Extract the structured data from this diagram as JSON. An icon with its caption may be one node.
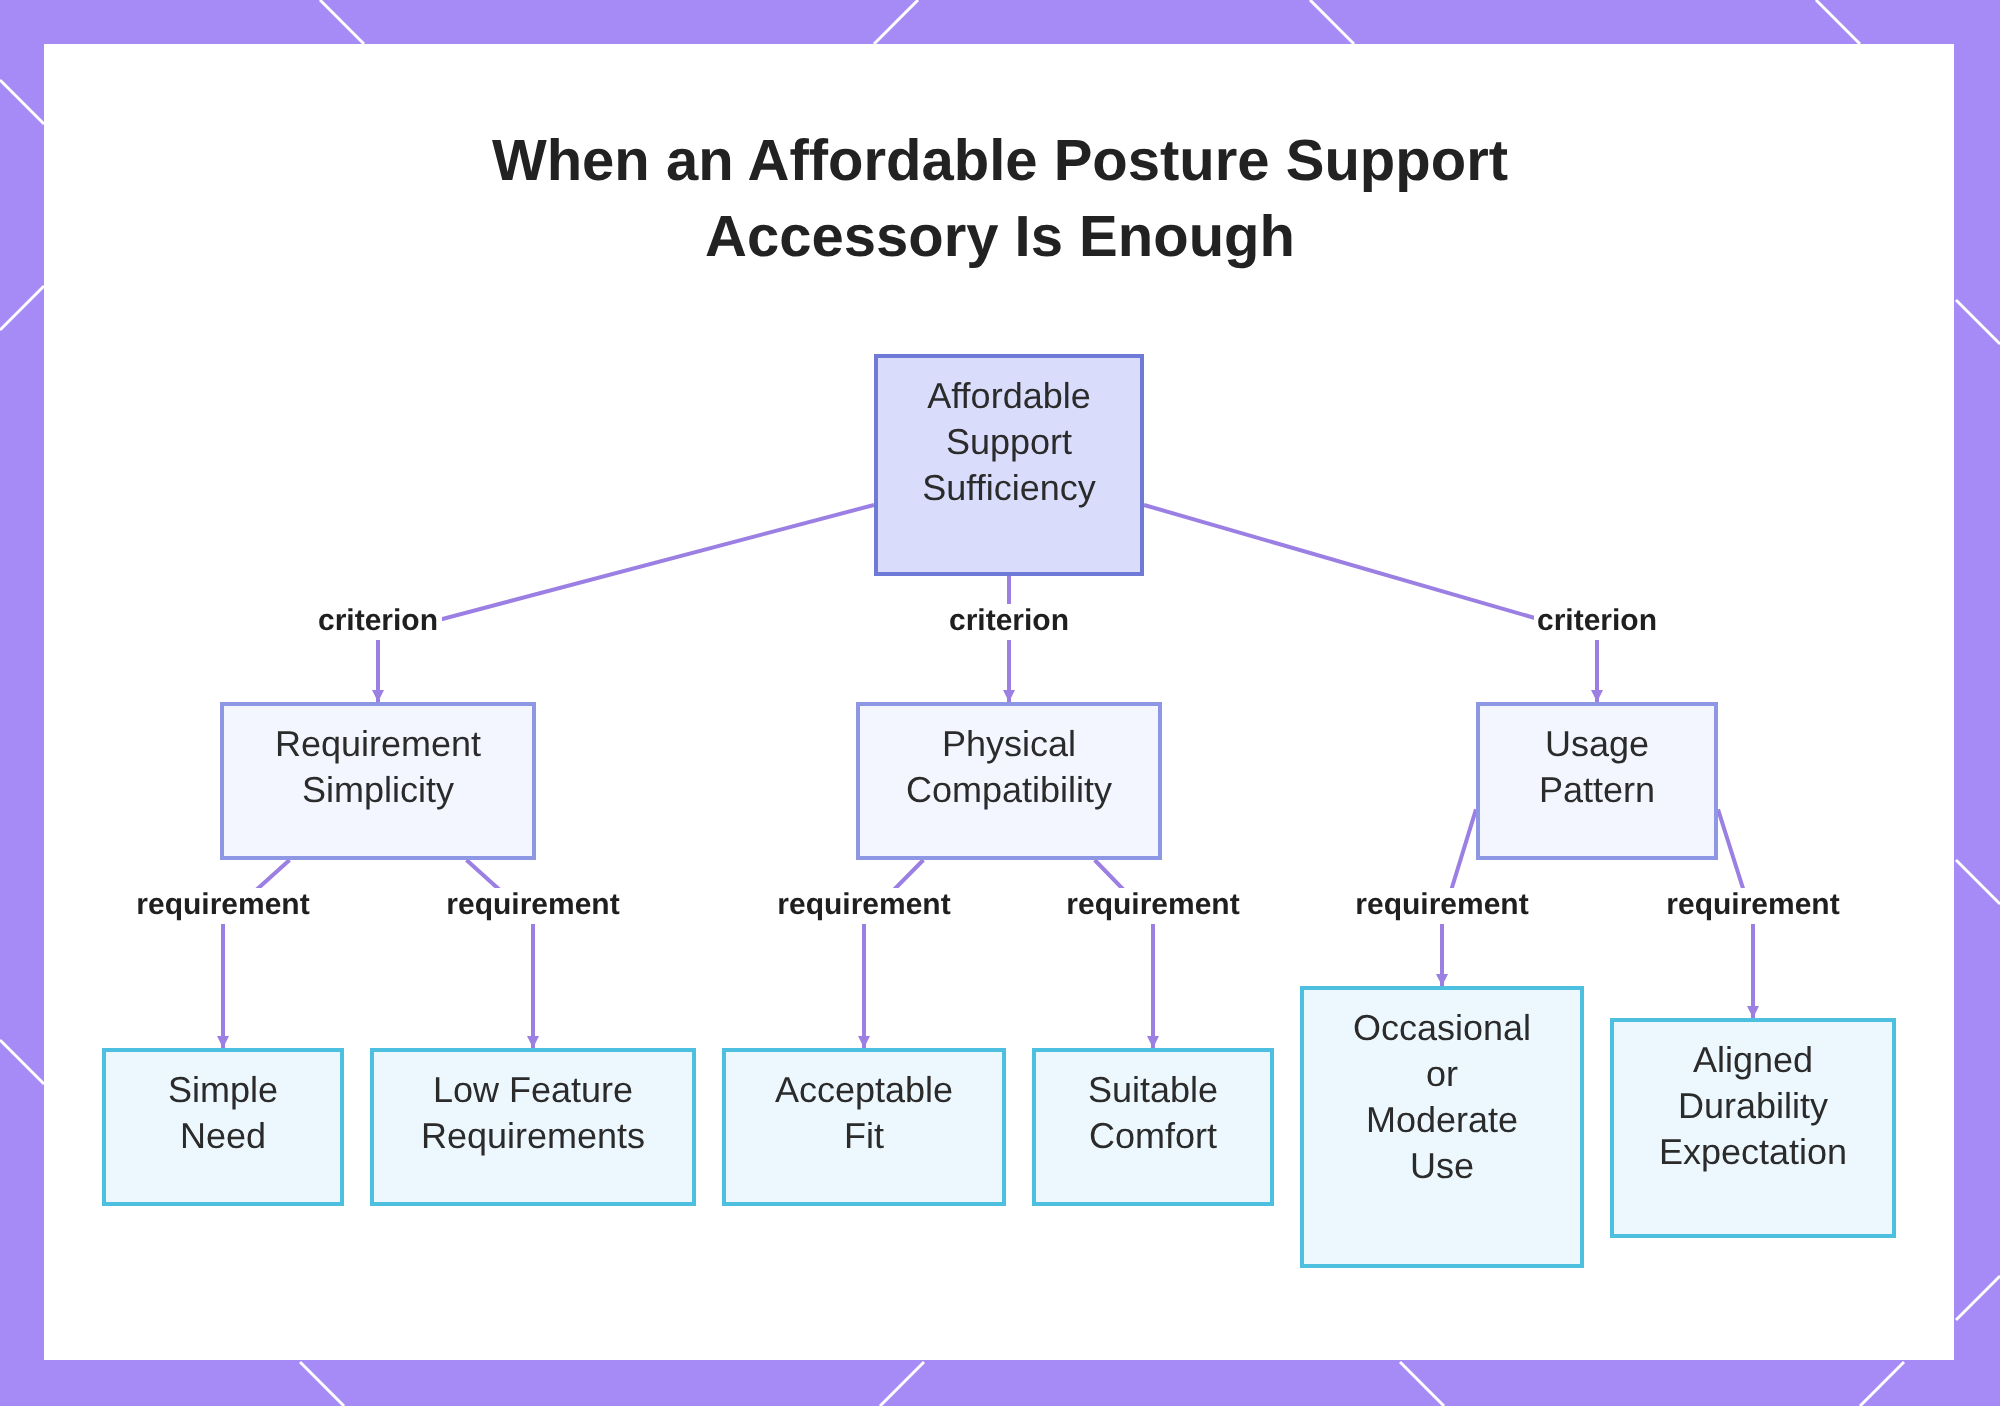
{
  "diagram": {
    "title": "When an Affordable Posture Support Accessory Is Enough",
    "nodes": [
      {
        "text": [
          "Affordable Support Sufficiency"
        ]
      },
      {
        "text": [
          "Requirement Simplicity"
        ]
      },
      {
        "text": [
          "Physical Compatibility"
        ]
      },
      {
        "text": [
          "Usage Pattern"
        ]
      },
      {
        "text": [
          "Simple Need"
        ]
      },
      {
        "text": [
          "Low Feature Requirements"
        ]
      },
      {
        "text": [
          "Acceptable Fit"
        ]
      },
      {
        "text": [
          "Suitable Comfort"
        ]
      },
      {
        "text": [
          "Occasional or Moderate Use"
        ]
      },
      {
        "text": [
          "Aligned Durability Expectation"
        ]
      }
    ],
    "edges": [
      {
        "from": 0,
        "to": 1,
        "arrow": "to",
        "label": "criterion"
      },
      {
        "from": 0,
        "to": 2,
        "arrow": "to",
        "label": "criterion"
      },
      {
        "from": 0,
        "to": 3,
        "arrow": "to",
        "label": "criterion"
      },
      {
        "from": 1,
        "to": 4,
        "arrow": "to",
        "label": "requirement"
      },
      {
        "from": 1,
        "to": 5,
        "arrow": "to",
        "label": "requirement"
      },
      {
        "from": 2,
        "to": 6,
        "arrow": "to",
        "label": "requirement"
      },
      {
        "from": 2,
        "to": 7,
        "arrow": "to",
        "label": "requirement"
      },
      {
        "from": 3,
        "to": 8,
        "arrow": "to",
        "label": "requirement"
      },
      {
        "from": 3,
        "to": 9,
        "arrow": "to",
        "label": "requirement"
      }
    ]
  }
}
